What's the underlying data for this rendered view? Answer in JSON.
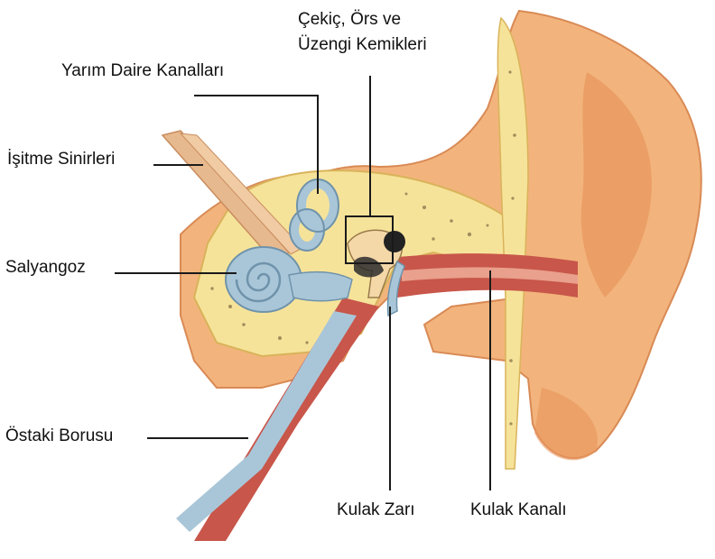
{
  "labels": {
    "semicircular": "Yarım Daire Kanalları",
    "ossicles_line1": "Çekiç, Örs ve",
    "ossicles_line2": "Üzengi Kemikleri",
    "auditory_nerves": "İşitme Sinirleri",
    "cochlea": "Salyangoz",
    "eustachian": "Östaki Borusu",
    "eardrum": "Kulak Zarı",
    "ear_canal": "Kulak Kanalı"
  },
  "colors": {
    "skin": "#f2b47c",
    "skin_dark": "#e0935a",
    "bone": "#f6e39a",
    "canal_red": "#c8564a",
    "canal_pink": "#e9a08c",
    "inner_blue": "#a9c6d8",
    "nerve": "#e7b98e",
    "leader": "#1a1a1a"
  }
}
